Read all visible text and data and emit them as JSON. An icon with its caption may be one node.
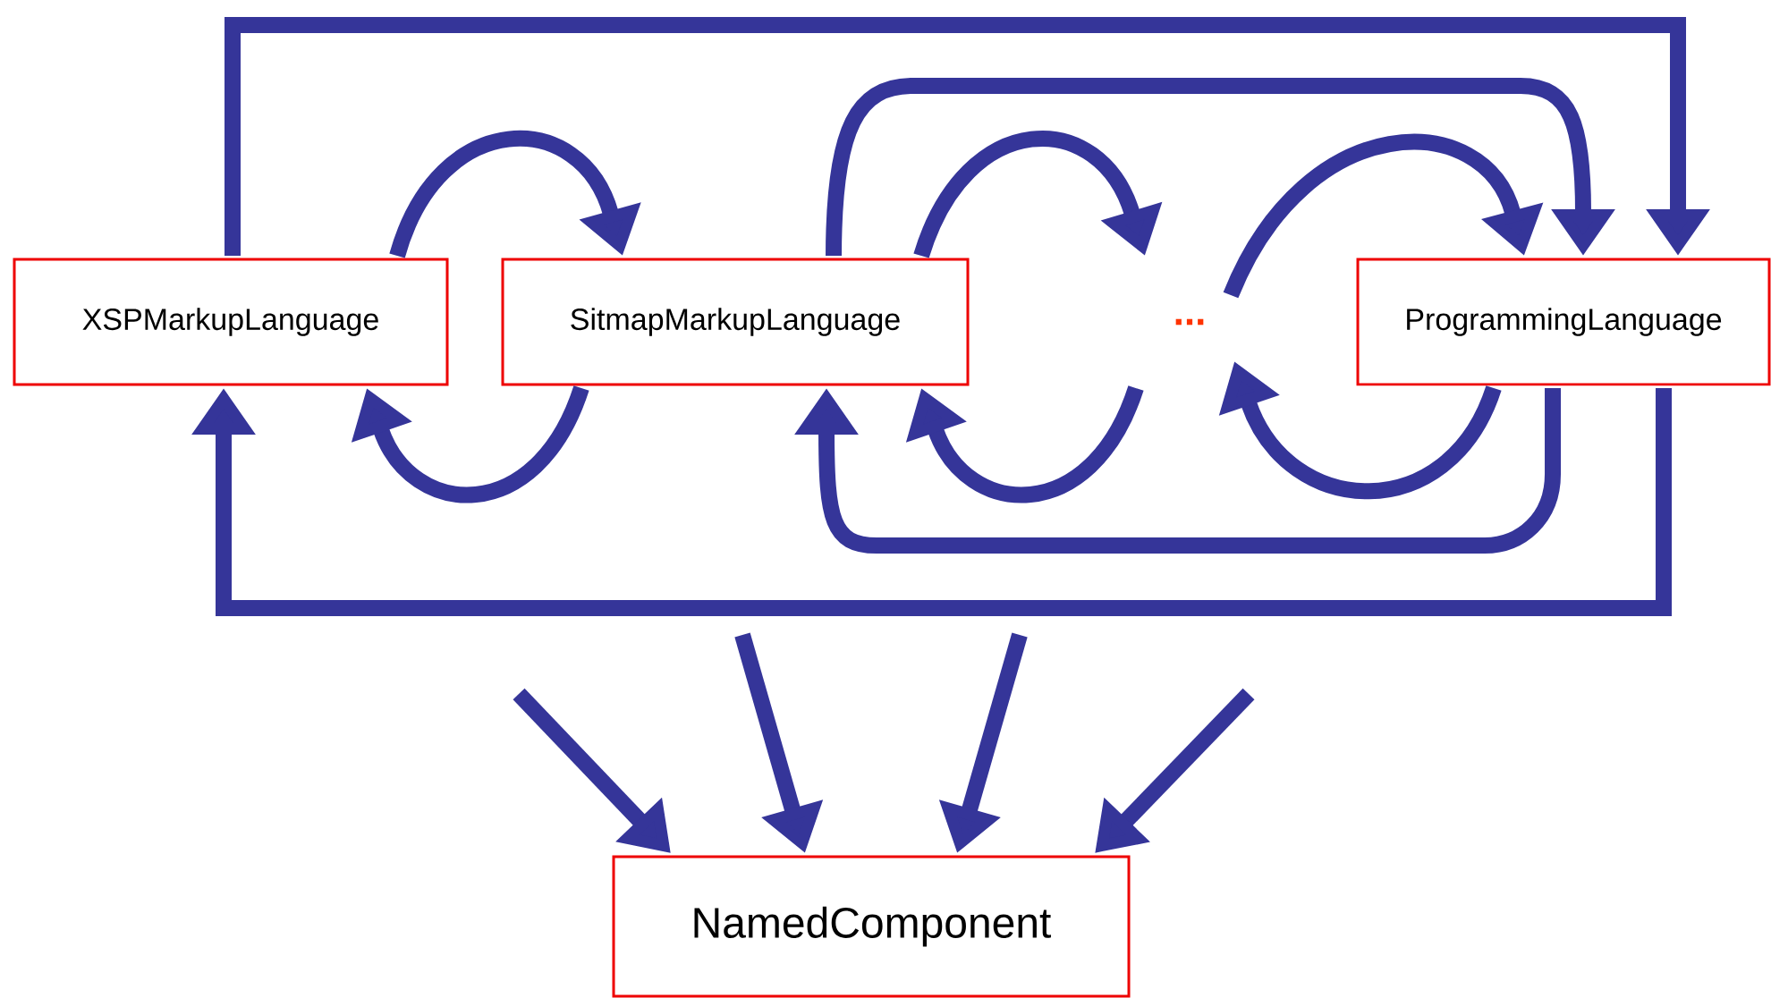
{
  "diagram": {
    "nodes": [
      {
        "text": [
          "XSPMarkupLanguage"
        ]
      },
      {
        "text": [
          "SitmapMarkupLanguage"
        ]
      },
      {
        "text": [
          "..."
        ]
      },
      {
        "text": [
          "ProgrammingLanguage"
        ]
      },
      {
        "text": [
          "NamedComponent"
        ]
      }
    ],
    "edges": [
      {
        "from": 0,
        "to": 1,
        "arrow": "to"
      },
      {
        "from": 1,
        "to": 0,
        "arrow": "to"
      },
      {
        "from": 1,
        "to": 2,
        "arrow": "to"
      },
      {
        "from": 2,
        "to": 1,
        "arrow": "to"
      },
      {
        "from": 2,
        "to": 3,
        "arrow": "to"
      },
      {
        "from": 3,
        "to": 2,
        "arrow": "to"
      },
      {
        "from": 0,
        "to": 3,
        "arrow": "to"
      },
      {
        "from": 1,
        "to": 3,
        "arrow": "to"
      },
      {
        "from": 3,
        "to": 1,
        "arrow": "to"
      },
      {
        "from": 3,
        "to": 0,
        "arrow": "to"
      },
      {
        "from": null,
        "to": 4,
        "arrow": "to"
      },
      {
        "from": null,
        "to": 4,
        "arrow": "to"
      },
      {
        "from": null,
        "to": 4,
        "arrow": "to"
      },
      {
        "from": null,
        "to": 4,
        "arrow": "to"
      }
    ]
  }
}
